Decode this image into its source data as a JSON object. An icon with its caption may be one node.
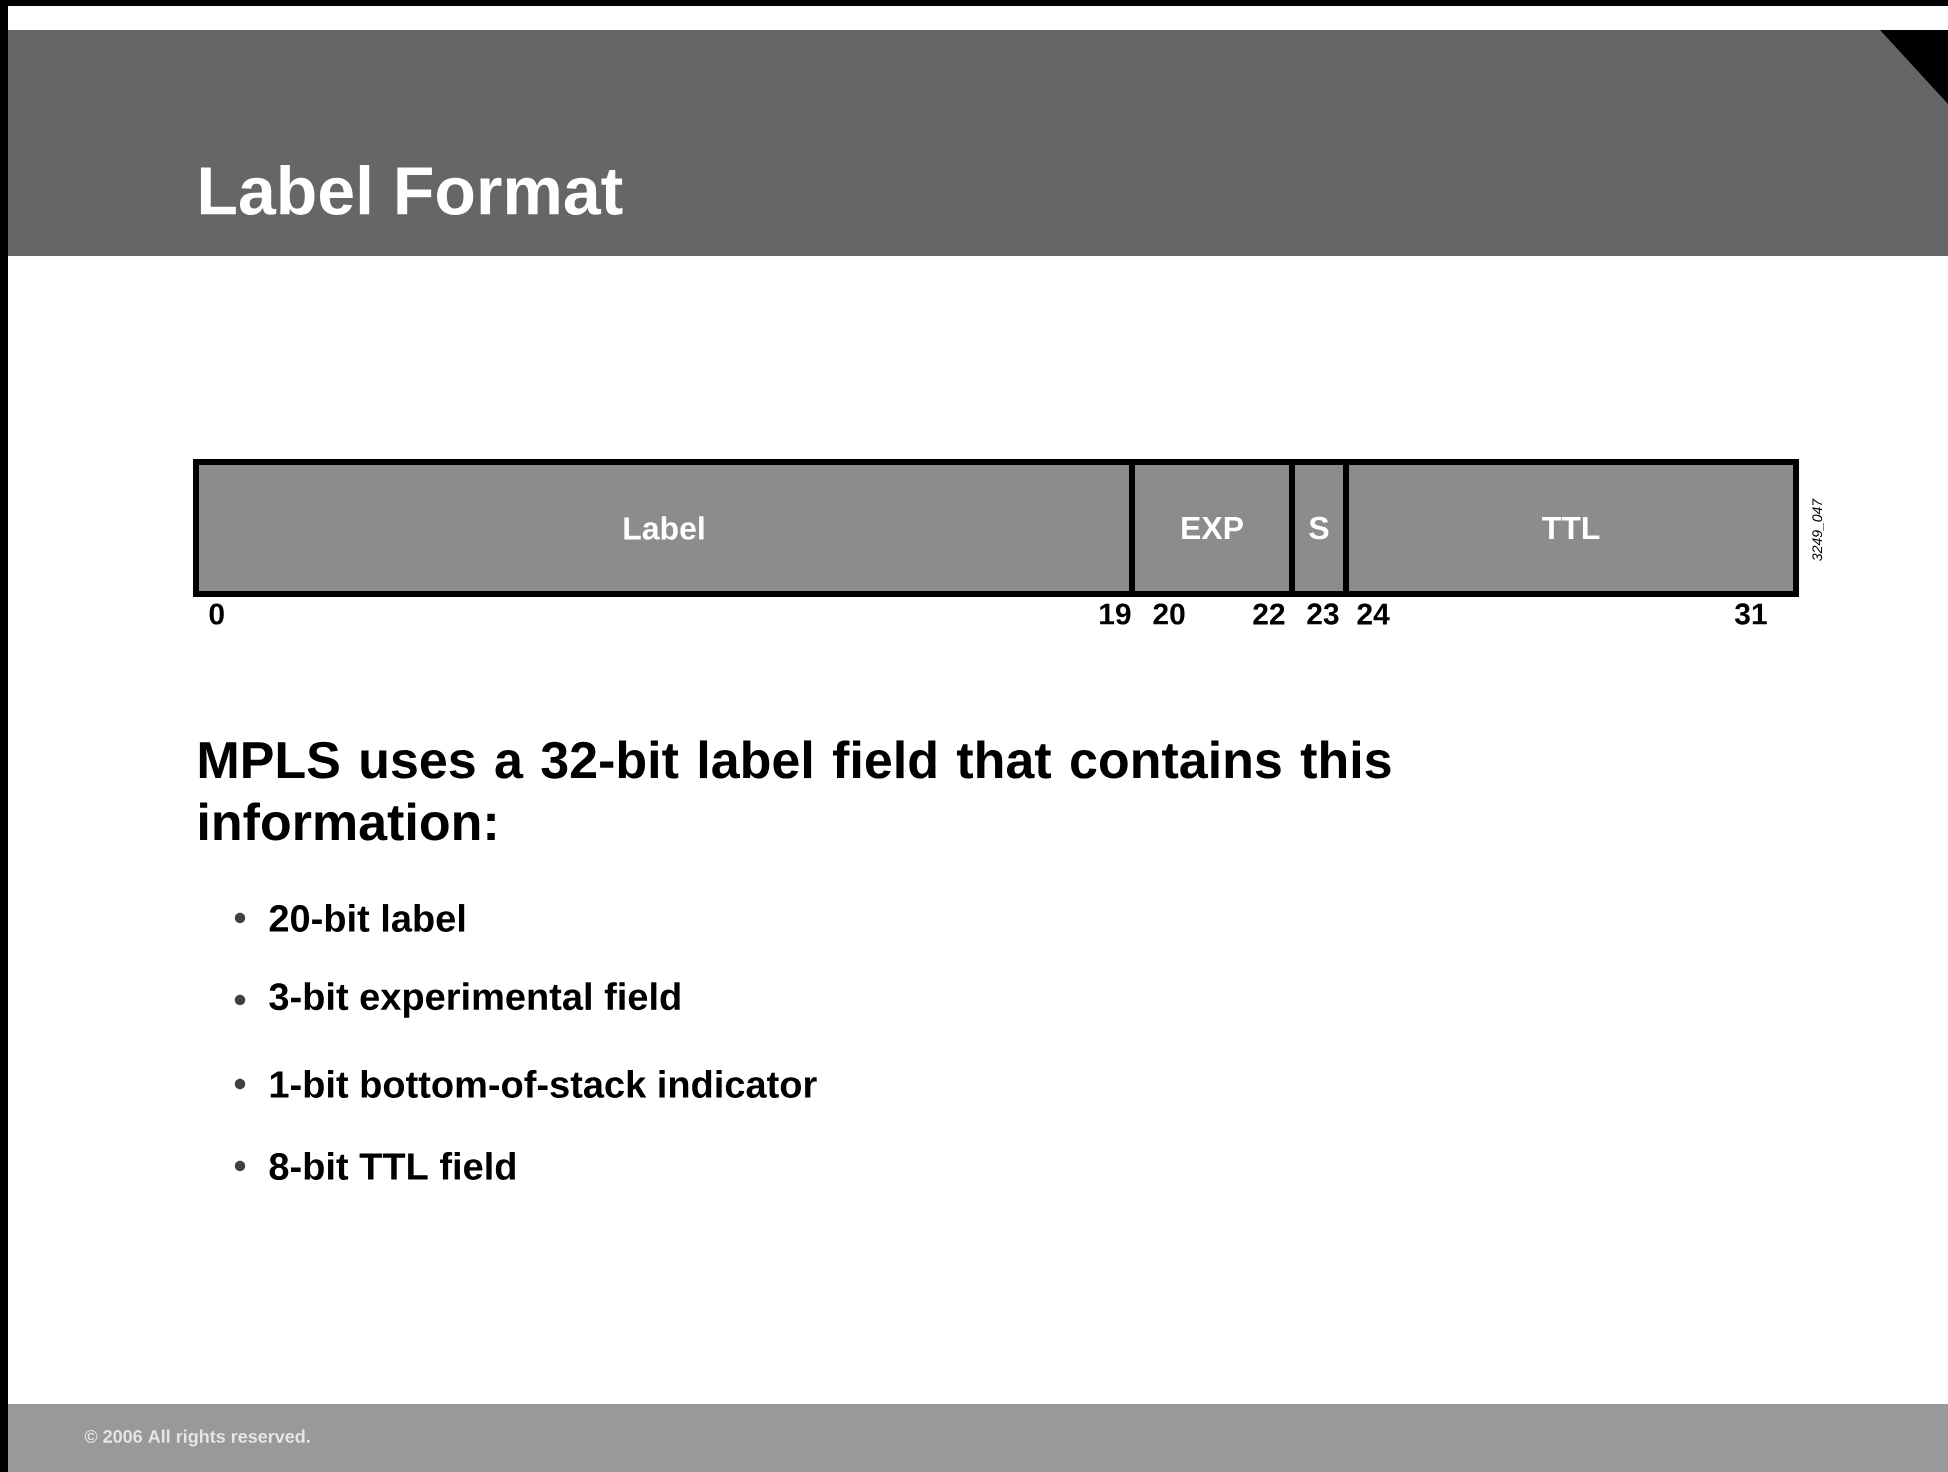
{
  "diagram": {
    "title": "Label Format",
    "nodes": [
      {
        "text": [
          "Label"
        ]
      },
      {
        "text": [
          "EXP"
        ]
      },
      {
        "text": [
          "S"
        ]
      },
      {
        "text": [
          "TTL"
        ]
      }
    ],
    "labels": [
      "3249_047",
      "0",
      "19",
      "20",
      "22",
      "23",
      "24",
      "31",
      "MPLS uses a 32-bit label field that contains this information:",
      "20-bit label",
      "3-bit experimental field",
      "1-bit bottom-of-stack indicator",
      "8-bit TTL field",
      "© 2006 All rights reserved."
    ]
  }
}
